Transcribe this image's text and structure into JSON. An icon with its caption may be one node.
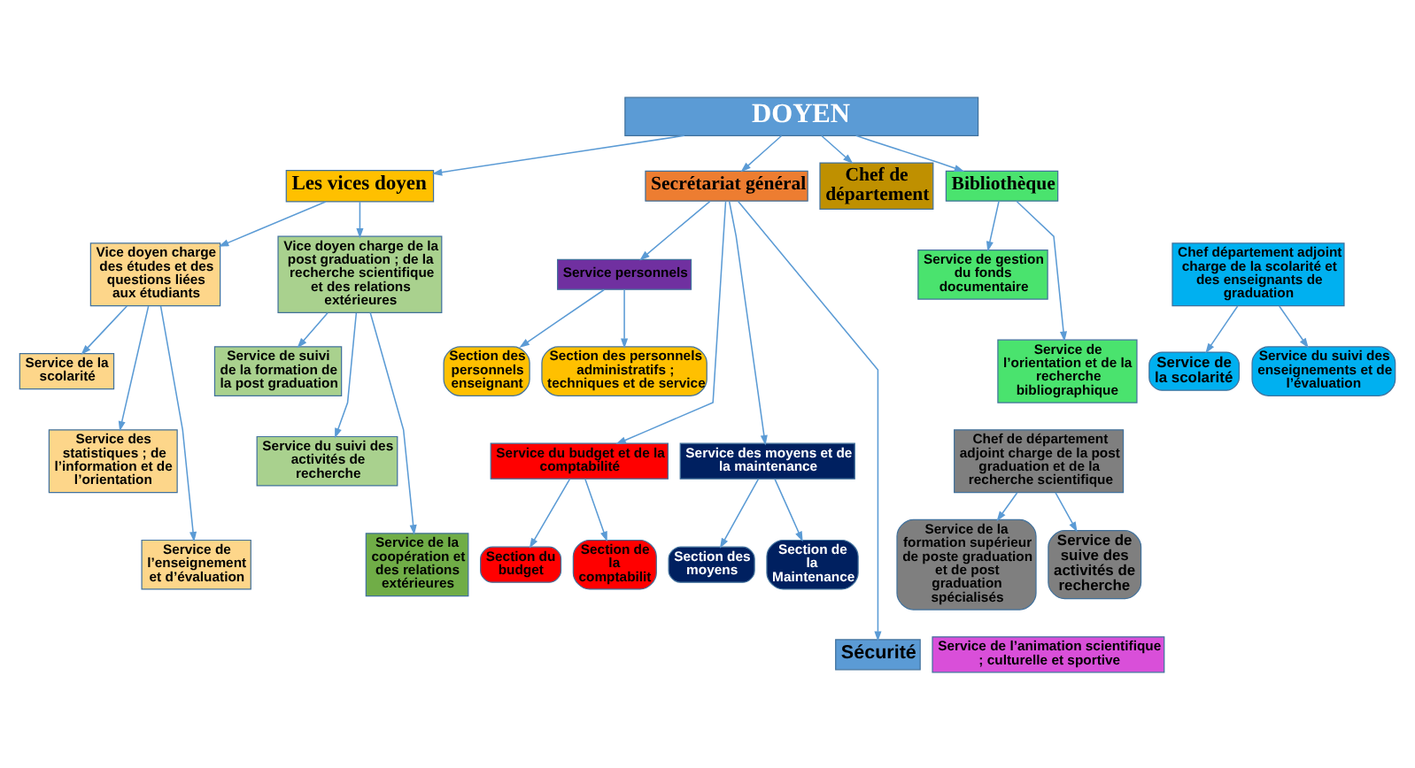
{
  "diagram": {
    "nodes": [
      {
        "text": [
          "DOYEN"
        ]
      },
      {
        "text": [
          "Les vices doyen"
        ]
      },
      {
        "text": [
          "Secrétariat général"
        ]
      },
      {
        "text": [
          "Chef de département"
        ]
      },
      {
        "text": [
          "Bibliothèque"
        ]
      },
      {
        "text": [
          "Vice doyen charge des études et des questions liées aux étudiants"
        ]
      },
      {
        "text": [
          "Vice doyen charge de la post graduation ; de la recherche scientifique et des relations extérieures"
        ]
      },
      {
        "text": [
          "Service de la scolarité"
        ]
      },
      {
        "text": [
          "Service de suivi de la formation de la post graduation"
        ]
      },
      {
        "text": [
          "Service des statistiques ; de l’information et de l’orientation"
        ]
      },
      {
        "text": [
          "Service du suivi des activités de recherche"
        ]
      },
      {
        "text": [
          "Service de l’enseignement et d’évaluation"
        ]
      },
      {
        "text": [
          "Service de la coopération et des relations extérieures"
        ]
      },
      {
        "text": [
          "Service personnels"
        ]
      },
      {
        "text": [
          "Section des personnels enseignant"
        ]
      },
      {
        "text": [
          "Section des personnels administratifs ; techniques et de service"
        ]
      },
      {
        "text": [
          "Service du budget et de la comptabilité"
        ]
      },
      {
        "text": [
          "Section du budget"
        ]
      },
      {
        "text": [
          "Section de la comptabilit"
        ]
      },
      {
        "text": [
          "Service des moyens et de la maintenance"
        ]
      },
      {
        "text": [
          "Section des moyens"
        ]
      },
      {
        "text": [
          "Section de la Maintenance"
        ]
      },
      {
        "text": [
          "Service de l’animation scientifique ; culturelle et sportive"
        ]
      },
      {
        "text": [
          "Sécurité"
        ]
      },
      {
        "text": [
          "Chef département adjoint charge de la scolarité et des enseignants de graduation"
        ]
      },
      {
        "text": [
          "Service de la scolarité"
        ]
      },
      {
        "text": [
          "Service du suivi des enseignements et de l’évaluation"
        ]
      },
      {
        "text": [
          "Chef de département adjoint charge de la post graduation et de la recherche scientifique"
        ]
      },
      {
        "text": [
          "Service de la formation supérieur de poste graduation et de post graduation spécialisés"
        ]
      },
      {
        "text": [
          "Service de suive des activités de recherche"
        ]
      },
      {
        "text": [
          "Service de gestion du fonds documentaire"
        ]
      },
      {
        "text": [
          "Service de l’orientation et de la recherche bibliographique"
        ]
      }
    ],
    "edges": [
      {
        "from": 0,
        "to": 1,
        "arrow": "to"
      },
      {
        "from": 0,
        "to": 2,
        "arrow": "to"
      },
      {
        "from": 0,
        "to": 3,
        "arrow": "to"
      },
      {
        "from": 0,
        "to": 4,
        "arrow": "to"
      },
      {
        "from": 1,
        "to": 5,
        "arrow": "to"
      },
      {
        "from": 1,
        "to": 6,
        "arrow": "to"
      },
      {
        "from": 5,
        "to": 7,
        "arrow": "to"
      },
      {
        "from": 5,
        "to": 9,
        "arrow": "to"
      },
      {
        "from": 5,
        "to": 11,
        "arrow": "to"
      },
      {
        "from": 6,
        "to": 8,
        "arrow": "to"
      },
      {
        "from": 6,
        "to": 10,
        "arrow": "to"
      },
      {
        "from": 6,
        "to": 12,
        "arrow": "to"
      },
      {
        "from": 2,
        "to": 13,
        "arrow": "to"
      },
      {
        "from": 2,
        "to": 16,
        "arrow": "to"
      },
      {
        "from": 2,
        "to": 19,
        "arrow": "to"
      },
      {
        "from": 2,
        "to": 23,
        "arrow": "to"
      },
      {
        "from": 13,
        "to": 14,
        "arrow": "to"
      },
      {
        "from": 13,
        "to": 15,
        "arrow": "to"
      },
      {
        "from": 16,
        "to": 17,
        "arrow": "to"
      },
      {
        "from": 16,
        "to": 18,
        "arrow": "to"
      },
      {
        "from": 19,
        "to": 20,
        "arrow": "to"
      },
      {
        "from": 19,
        "to": 21,
        "arrow": "to"
      },
      {
        "from": 24,
        "to": 25,
        "arrow": "to"
      },
      {
        "from": 24,
        "to": 26,
        "arrow": "to"
      },
      {
        "from": 27,
        "to": 28,
        "arrow": "to"
      },
      {
        "from": 27,
        "to": 29,
        "arrow": "to"
      },
      {
        "from": 4,
        "to": 30,
        "arrow": "to"
      },
      {
        "from": 4,
        "to": 31,
        "arrow": "to"
      }
    ]
  }
}
